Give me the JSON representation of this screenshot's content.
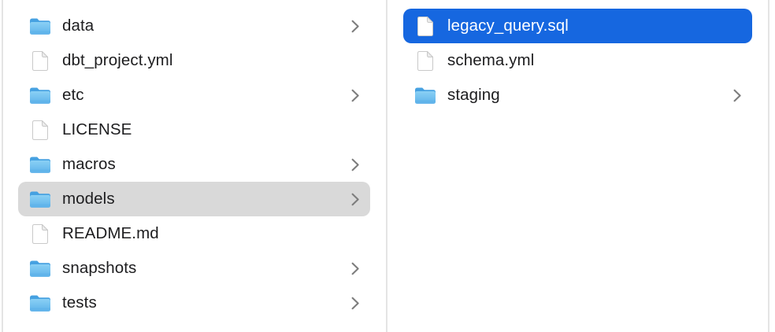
{
  "view": {
    "kind_label": "file-browser-column-view"
  },
  "colors": {
    "selection_active": "#1667e0",
    "selection_inactive": "#d9d9d9",
    "text": "#1d1d1f",
    "text_selected": "#ffffff",
    "chevron": "#7d7d7d",
    "divider": "#e4e4e4",
    "folder_tab": "#46a1e1",
    "folder_body_top": "#8ad0f5",
    "folder_body_bottom": "#5db2ea",
    "file_fill": "#ffffff",
    "file_stroke": "#c9c9c9",
    "file_fold": "#ececec"
  },
  "columns": [
    {
      "id": "left",
      "items": [
        {
          "label": "data",
          "kind": "folder",
          "chevron": true,
          "selected": null
        },
        {
          "label": "dbt_project.yml",
          "kind": "file",
          "chevron": false,
          "selected": null
        },
        {
          "label": "etc",
          "kind": "folder",
          "chevron": true,
          "selected": null
        },
        {
          "label": "LICENSE",
          "kind": "file",
          "chevron": false,
          "selected": null
        },
        {
          "label": "macros",
          "kind": "folder",
          "chevron": true,
          "selected": null
        },
        {
          "label": "models",
          "kind": "folder",
          "chevron": true,
          "selected": "inactive"
        },
        {
          "label": "README.md",
          "kind": "file",
          "chevron": false,
          "selected": null
        },
        {
          "label": "snapshots",
          "kind": "folder",
          "chevron": true,
          "selected": null
        },
        {
          "label": "tests",
          "kind": "folder",
          "chevron": true,
          "selected": null
        }
      ]
    },
    {
      "id": "right",
      "items": [
        {
          "label": "legacy_query.sql",
          "kind": "file",
          "chevron": false,
          "selected": "active"
        },
        {
          "label": "schema.yml",
          "kind": "file",
          "chevron": false,
          "selected": null
        },
        {
          "label": "staging",
          "kind": "folder",
          "chevron": true,
          "selected": null
        }
      ]
    }
  ]
}
